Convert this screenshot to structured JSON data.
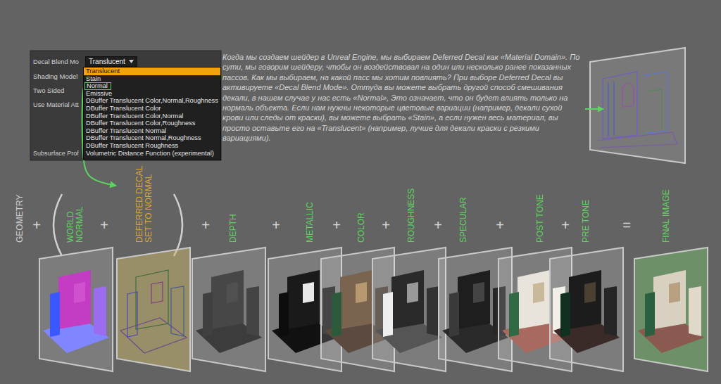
{
  "diagram": {
    "nodes": [
      {
        "text": [
          "Translucent"
        ]
      },
      {
        "text": [
          "Translucent",
          "Stain",
          "Emissive",
          "DBuffer Translucent Color,Normal,Roughness",
          "DBuffer Translucent Color",
          "DBuffer Translucent Color,Normal",
          "DBuffer Translucent Color,Roughness",
          "DBuffer Translucent Normal",
          "DBuffer Translucent Normal,Roughness",
          "DBuffer Translucent Roughness",
          "Volumetric Distance Function (experimental)"
        ]
      },
      {
        "text": [
          "Normal"
        ],
        "in": 1
      },
      {
        "text": [
          "WORLD NORMAL"
        ]
      },
      {
        "text": [
          "DEFERRED DECAL SET TO NORMAL"
        ]
      },
      {
        "text": [
          "DEPTH"
        ]
      },
      {
        "text": [
          "METALLIC"
        ]
      },
      {
        "text": [
          "COLOR"
        ]
      },
      {
        "text": [
          "ROUGHNESS"
        ]
      },
      {
        "text": [
          "SPECULAR"
        ]
      },
      {
        "text": [
          "POST TONE"
        ]
      },
      {
        "text": [
          "PRE TONE"
        ]
      },
      {
        "text": [
          "FINAL IMAGE"
        ]
      }
    ],
    "edges": [
      {
        "from": 2,
        "to": 4,
        "arrow": "to"
      }
    ],
    "labels": [
      "Decal Blend Mo",
      "Shading Model",
      "Two Sided",
      "Use Material Att",
      "Subsurface Prof",
      "Когда мы создаем шейдер в Unreal Engine, мы выбираем Deferred Decal как «Material Domain». По сути, мы говорим шейдеру, чтобы он воздействовал на один или несколько ранее показанных пассов. Как мы выбираем, на какой пасс мы хотим повлиять? При выборе Deferred Decal вы активируете «Decal Blend Mode». Оттуда вы можете выбрать другой способ смешивания декали, в нашем случае у нас есть «Normal», Это означает, что он будет влиять только на нормаль объекта. Если нам нужны некоторые цветовые вариации (например, декали сухой крови или следы от краски), вы можете выбрать «Stain», а если нужен весь материал, вы просто оставьте его на «Translucent» (например, лучше для декали краски с резкими вариациями).",
      "GEOMETRY",
      "+",
      "+",
      "+",
      "+",
      "+",
      "+",
      "+",
      "+",
      "+",
      "="
    ]
  }
}
